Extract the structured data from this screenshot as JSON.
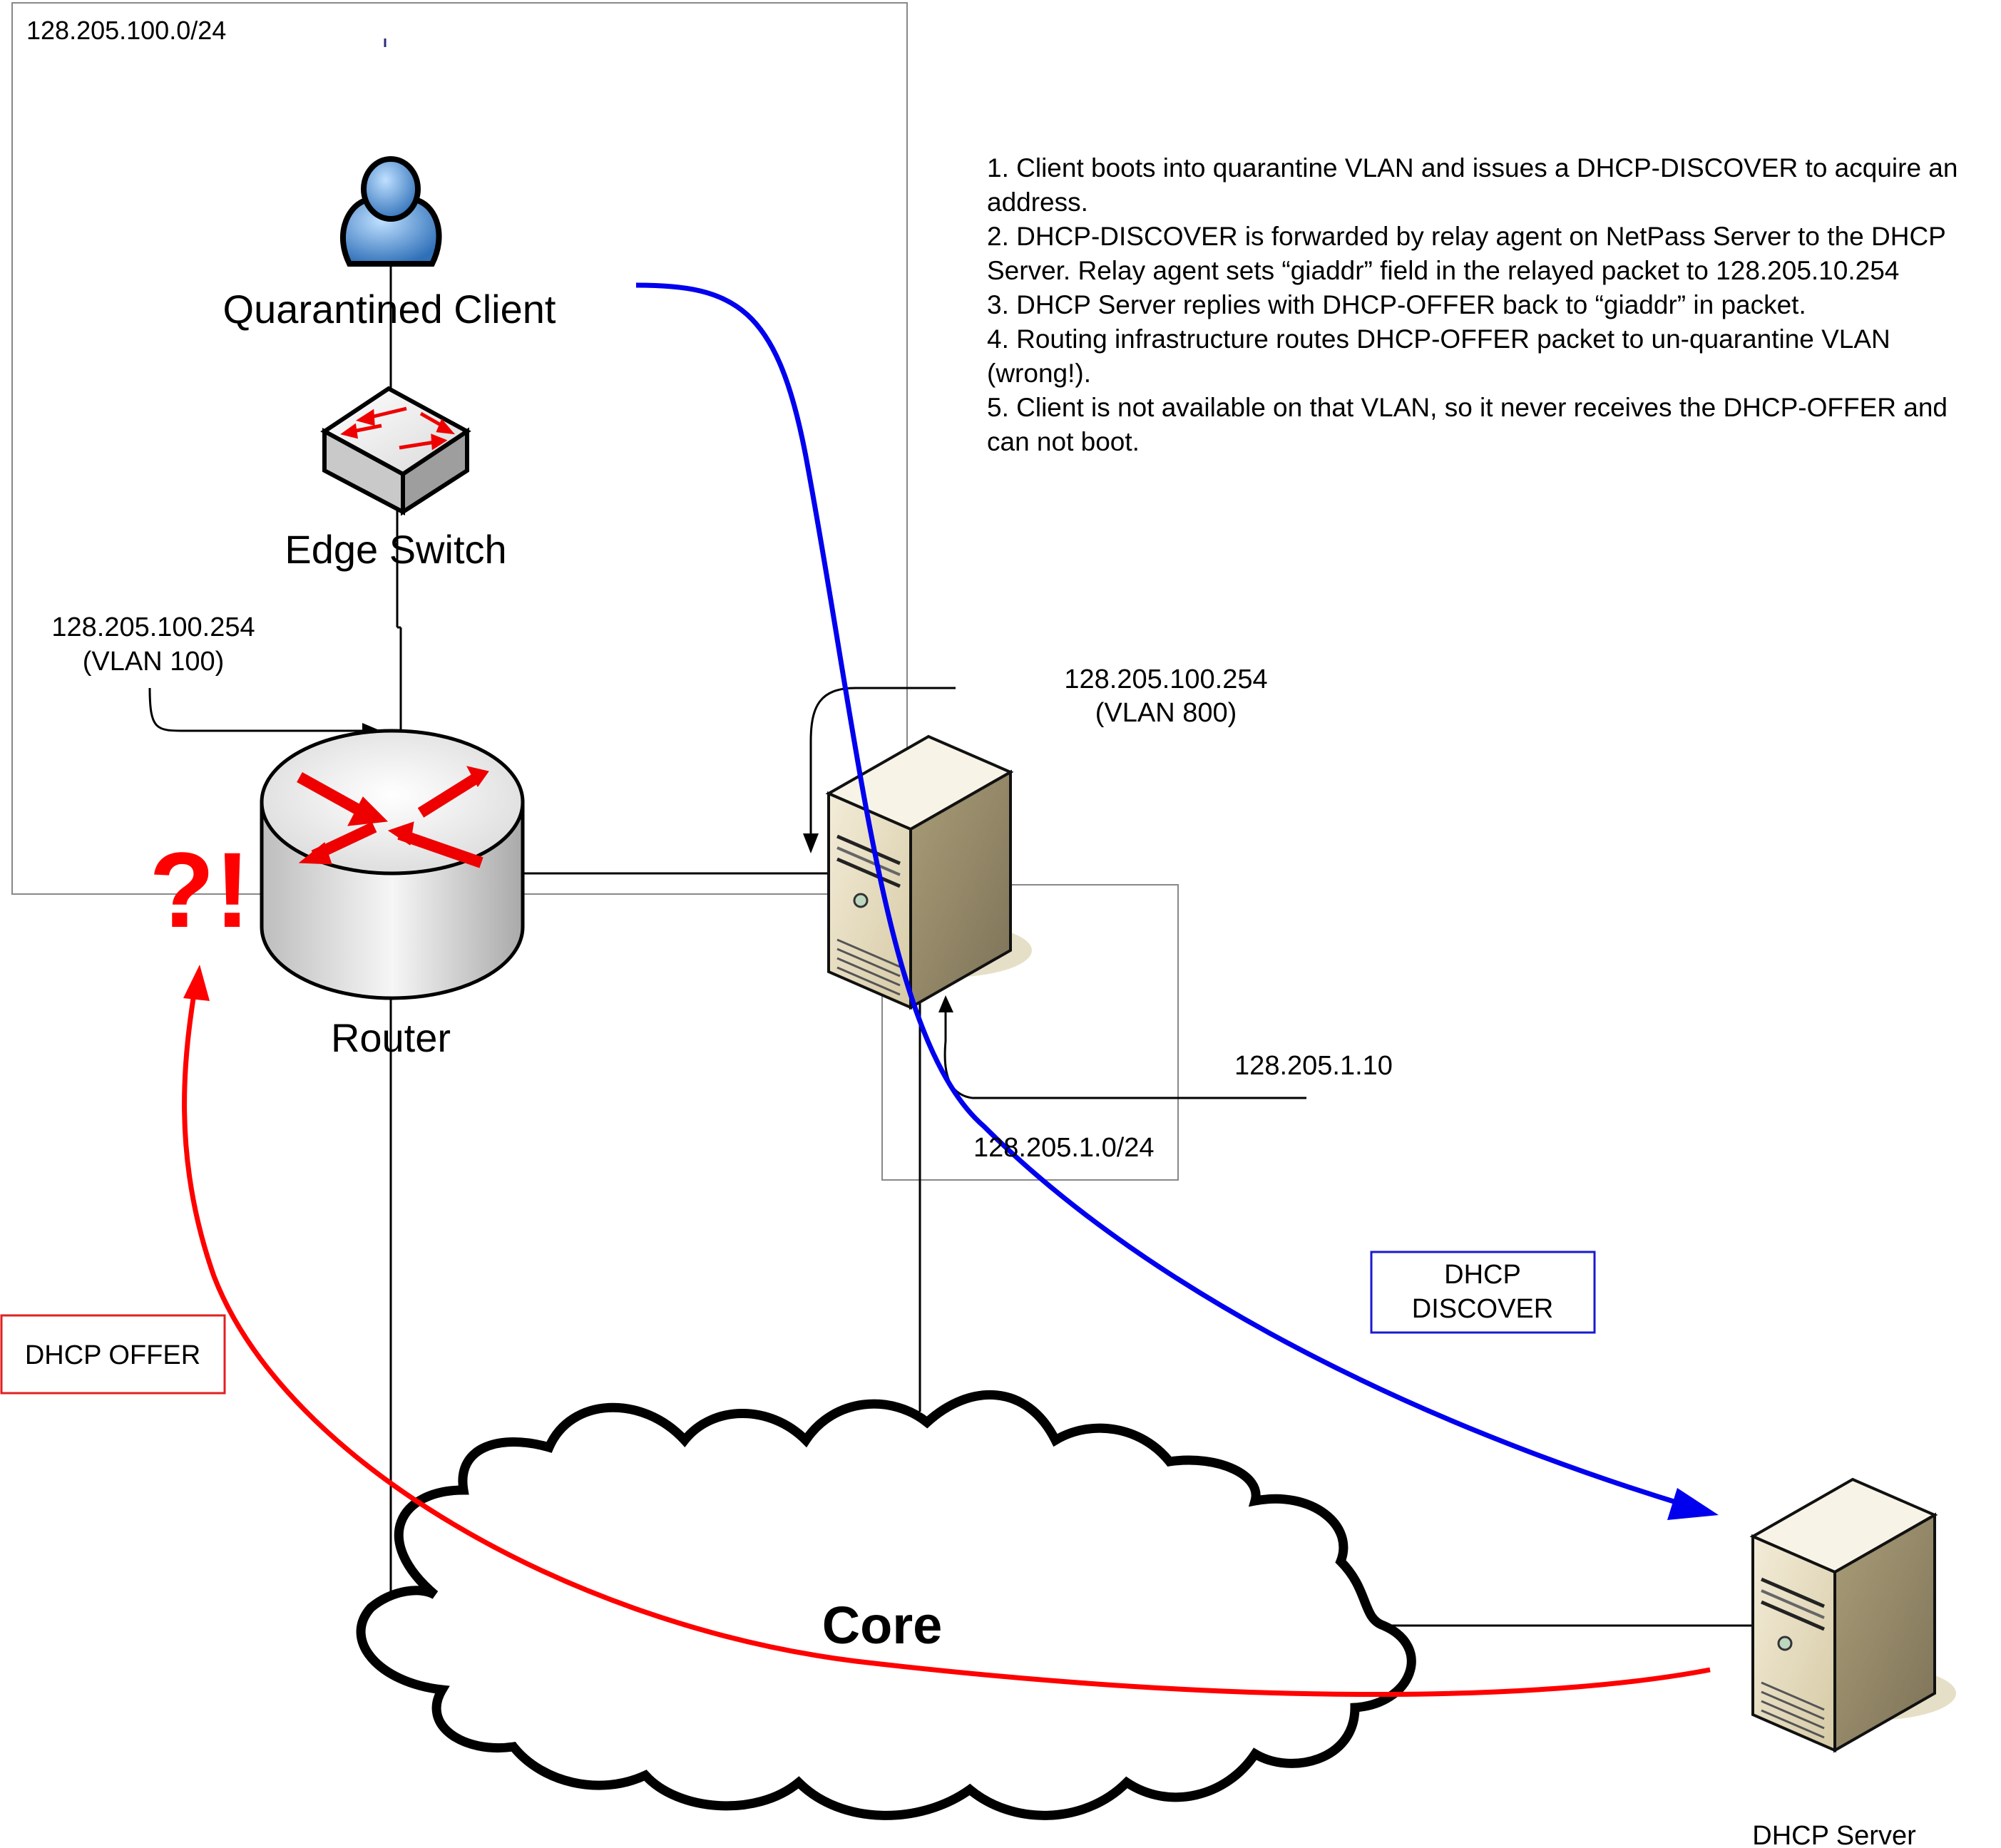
{
  "subnets": {
    "quarantine_subnet": "128.205.100.0/24",
    "server_subnet": "128.205.1.0/24"
  },
  "nodes": {
    "client": "Quarantined Client",
    "switch": "Edge Switch",
    "router": "Router",
    "core": "Core",
    "dhcp_server": "DHCP Server"
  },
  "addresses": {
    "router_ip": "128.205.100.254",
    "router_vlan": "(VLAN 100)",
    "netpass_ip": "128.205.100.254",
    "netpass_vlan": "(VLAN 800)",
    "netpass_server_ip": "128.205.1.10"
  },
  "messages": {
    "discover": [
      "DHCP",
      "DISCOVER"
    ],
    "offer": "DHCP OFFER",
    "alert": "?!"
  },
  "steps": [
    "1. Client boots into quarantine VLAN and issues a DHCP-DISCOVER to acquire an address.",
    "2. DHCP-DISCOVER is forwarded by relay agent on NetPass Server to the DHCP Server. Relay agent sets “giaddr” field in the relayed packet to 128.205.10.254",
    "3. DHCP Server replies with DHCP-OFFER back to “giaddr” in packet.",
    "4. Routing infrastructure routes DHCP-OFFER packet to un-quarantine VLAN (wrong!).",
    "5. Client is not available on that VLAN, so it never receives the DHCP-OFFER and can not boot."
  ],
  "colors": {
    "discover_path": "#0000ee",
    "offer_path": "#ff0000",
    "alert": "#ff0000",
    "discover_box_border": "#1a1ad0",
    "offer_box_border": "#e02020"
  }
}
